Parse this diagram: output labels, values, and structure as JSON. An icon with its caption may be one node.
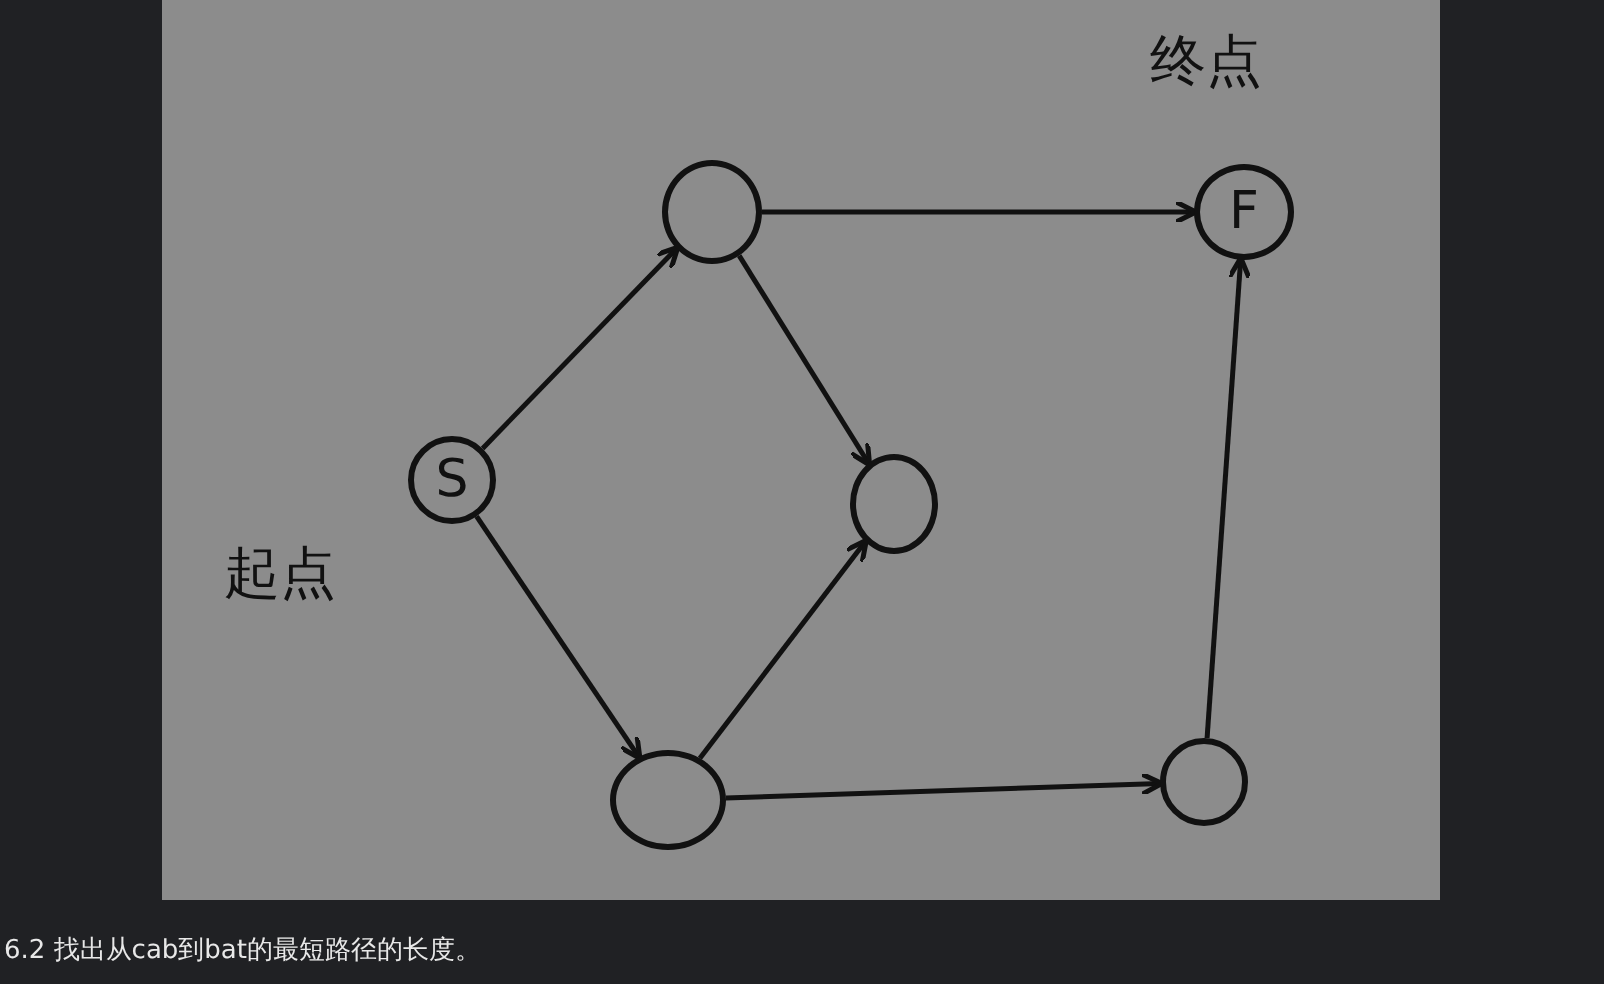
{
  "diagram": {
    "caption": "6.2 找出从cab到bat的最短路径的长度。",
    "nodes": [
      {
        "text": [
          "S"
        ],
        "beside": [
          "起点"
        ]
      },
      {
        "text": [],
        "shape": "circle"
      },
      {
        "text": [],
        "shape": "circle"
      },
      {
        "text": [],
        "shape": "circle"
      },
      {
        "text": [],
        "shape": "circle"
      },
      {
        "text": [
          "F"
        ],
        "beside": [
          "终点"
        ]
      }
    ],
    "edges": [
      {
        "from": 0,
        "to": 1,
        "arrow": "to"
      },
      {
        "from": 1,
        "to": 5,
        "arrow": "to"
      },
      {
        "from": 1,
        "to": 2,
        "arrow": "to"
      },
      {
        "from": 0,
        "to": 3,
        "arrow": "to"
      },
      {
        "from": 3,
        "to": 2,
        "arrow": "to"
      },
      {
        "from": 3,
        "to": 4,
        "arrow": "to"
      },
      {
        "from": 4,
        "to": 5,
        "arrow": "to"
      }
    ]
  }
}
